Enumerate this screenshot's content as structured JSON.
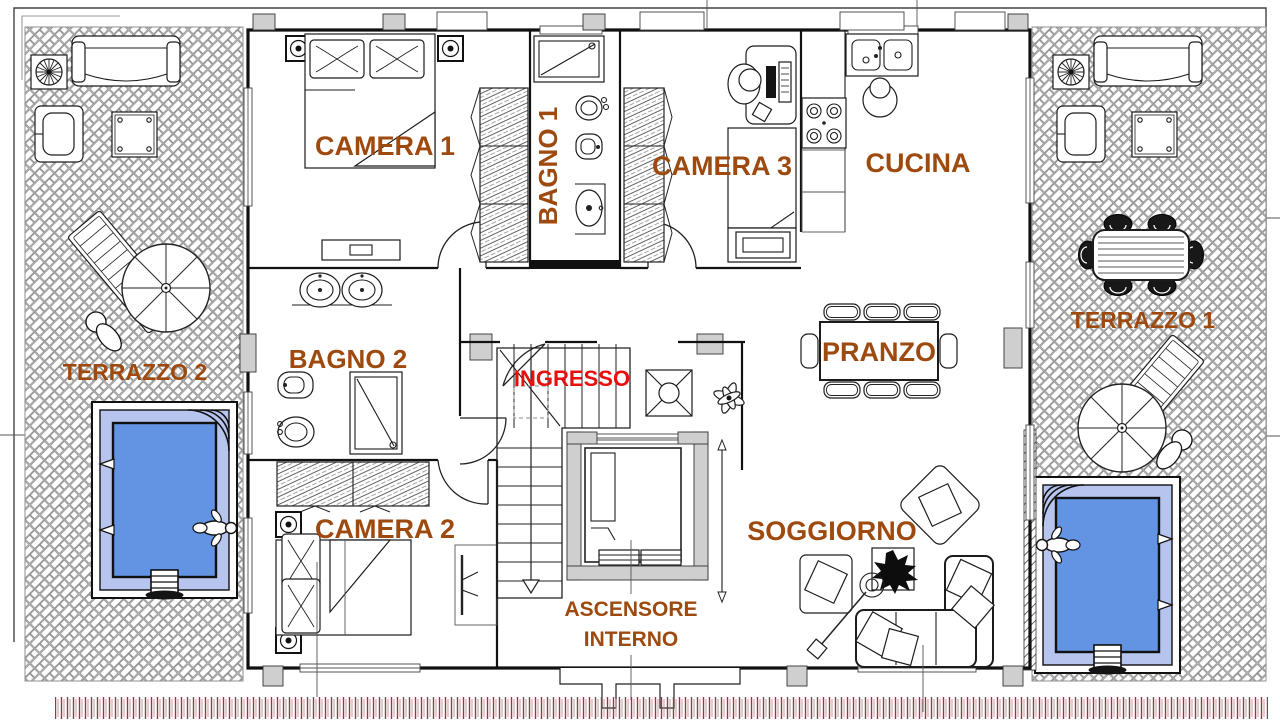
{
  "plan": {
    "type": "apartment-floor-plan",
    "rooms": {
      "camera1": {
        "label": "CAMERA 1"
      },
      "bagno1": {
        "label": "BAGNO 1"
      },
      "camera3": {
        "label": "CAMERA 3"
      },
      "cucina": {
        "label": "CUCINA"
      },
      "terrazzo1": {
        "label": "TERRAZZO 1"
      },
      "terrazzo2": {
        "label": "TERRAZZO 2"
      },
      "bagno2": {
        "label": "BAGNO 2"
      },
      "ingresso": {
        "label": "INGRESSO"
      },
      "pranzo": {
        "label": "PRANZO"
      },
      "camera2": {
        "label": "CAMERA 2"
      },
      "soggiorno": {
        "label": "SOGGIORNO"
      },
      "ascensore": {
        "line1": "ASCENSORE",
        "line2": "INTERNO"
      }
    }
  },
  "colors": {
    "room_label": "#9e4a0f",
    "entrance_label": "#e90f0f",
    "pool_water": "#6394e4",
    "pool_water_band": "#b6c4ee",
    "hedge": "#8d3b47",
    "paving": "#8f8f8f"
  }
}
